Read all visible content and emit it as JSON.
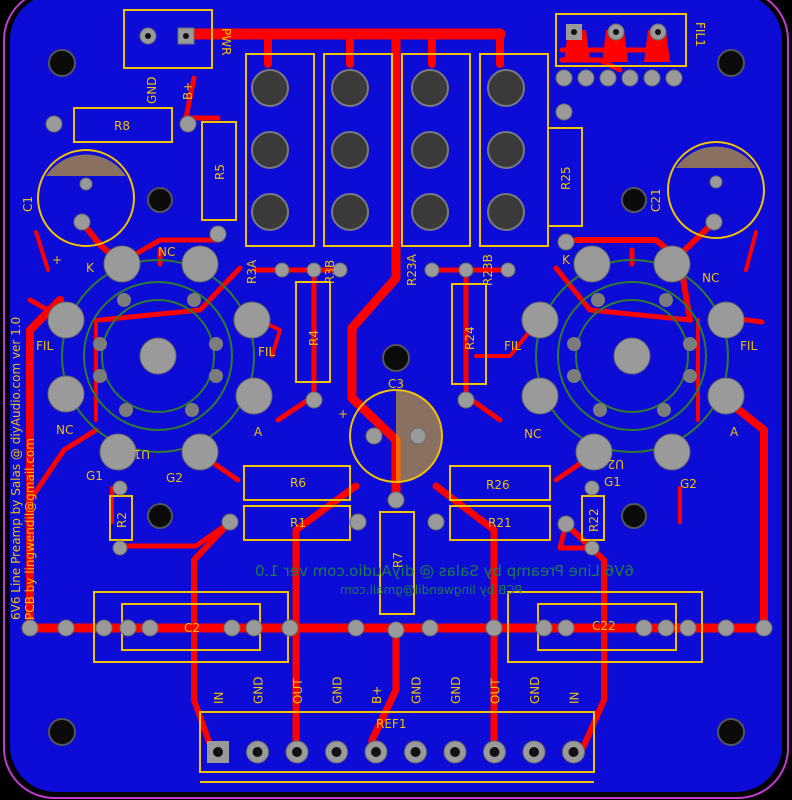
{
  "board": {
    "colors": {
      "copper_fill": "#0c0cd6",
      "trace": "#ff0000",
      "silkscreen": "#f2c200",
      "pad": "#9a9a9a",
      "outline": "#c23bd1",
      "background": "#000000"
    },
    "credits": {
      "line1": "6V6 Line Preamp by Salas @ diyAudio.com ver 1.0",
      "line2": "PCB by lingwendil@gmail.com"
    },
    "mirrored_credits": {
      "line1": "6V6 Line Preamp by Salas @ diyAudio.com ver 1.0",
      "line2": "PCB by lingwendil@gmail.com"
    },
    "power": {
      "label": "PWR",
      "gnd": "GND",
      "bplus": "B+"
    },
    "filament": {
      "label": "FIL1"
    },
    "components": {
      "r8": "R8",
      "r5": "R5",
      "r25": "R25",
      "c1": "C1",
      "c21": "C21",
      "c3": "C3",
      "r3a": "R3A",
      "r3b": "R3B",
      "r23a": "R23A",
      "r23b": "R23B",
      "r4": "R4",
      "r24": "R24",
      "r6": "R6",
      "r1": "R1",
      "r26": "R26",
      "r21": "R21",
      "r7": "R7",
      "r2": "R2",
      "r22": "R22",
      "c2": "C2",
      "c22": "C22",
      "u1": "U1",
      "u2": "U2"
    },
    "tube_left": {
      "k": "K",
      "nc_top": "NC",
      "fil_left": "FIL",
      "fil_right": "FIL",
      "nc_bottom": "NC",
      "a": "A",
      "g1": "G1",
      "g2": "G2"
    },
    "tube_right": {
      "k": "K",
      "nc_top": "NC",
      "fil_left": "FIL",
      "fil_right": "FIL",
      "nc_bottom": "NC",
      "a": "A",
      "g1": "G1",
      "g2": "G2"
    },
    "polarity": {
      "plus": "+"
    },
    "connector": {
      "name": "REF1",
      "pins": [
        "IN",
        "GND",
        "OUT",
        "GND",
        "B+",
        "GND",
        "GND",
        "OUT",
        "GND",
        "IN"
      ]
    }
  }
}
